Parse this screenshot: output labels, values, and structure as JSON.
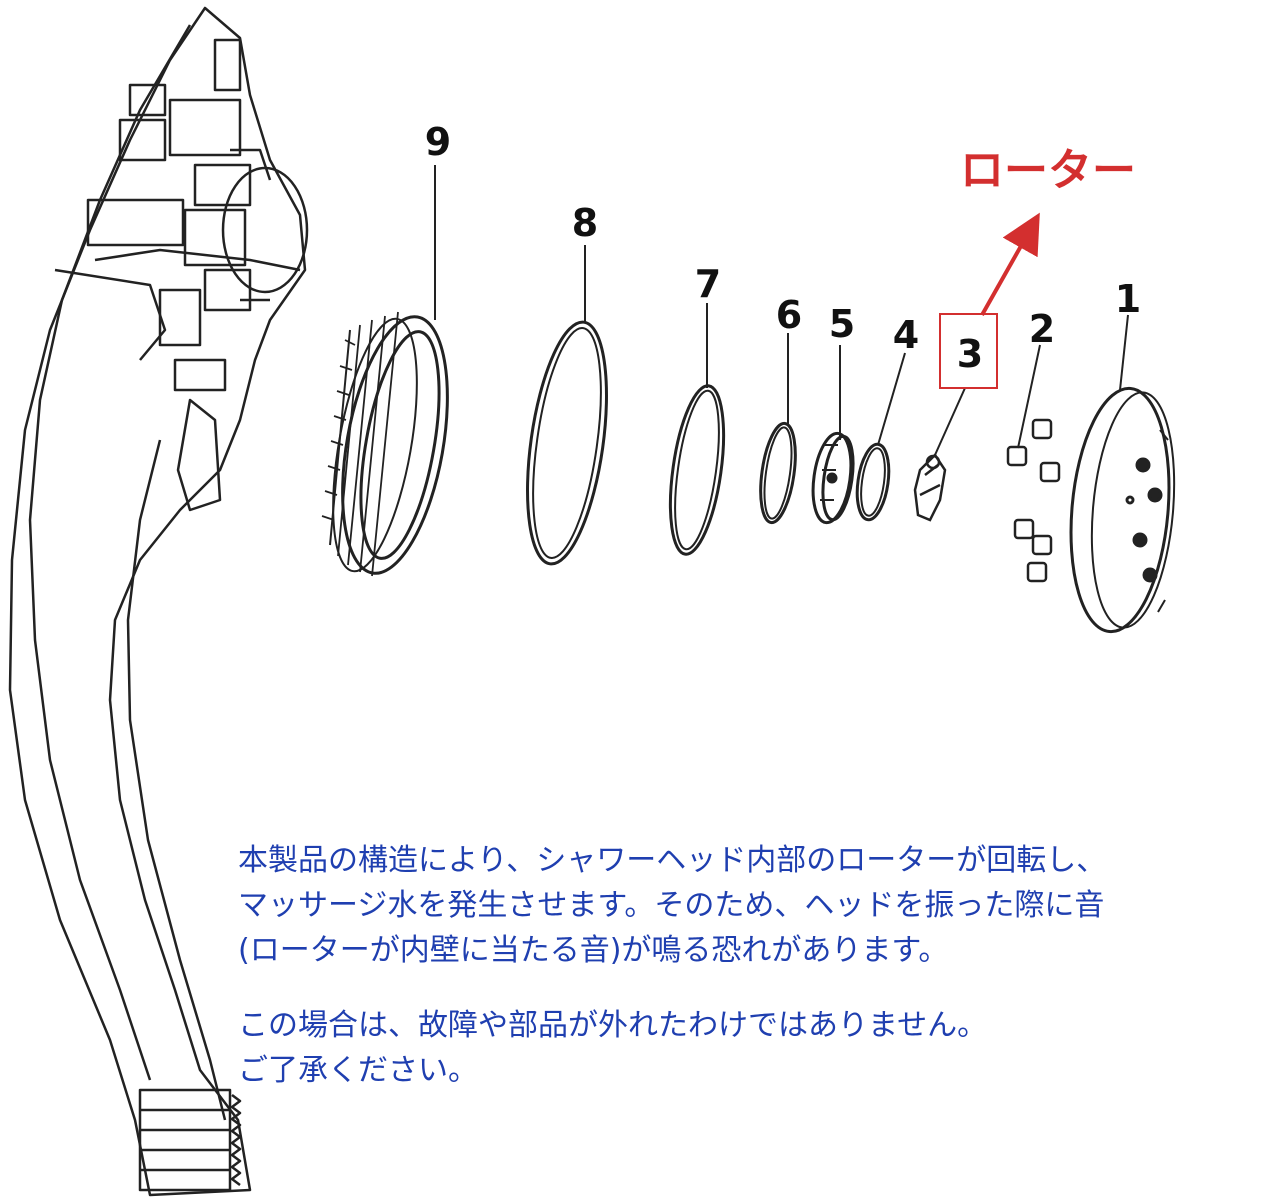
{
  "colors": {
    "accent": "#d32f2f",
    "note_text": "#1f3fb0",
    "line": "#222222"
  },
  "parts": {
    "p1": "1",
    "p2": "2",
    "p3": "3",
    "p4": "4",
    "p5": "5",
    "p6": "6",
    "p7": "7",
    "p8": "8",
    "p9": "9"
  },
  "rotor_label": "ローター",
  "notes": {
    "paragraph1": [
      "本製品の構造により、シャワーヘッド内部のローターが回転し、",
      "マッサージ水を発生させます。そのため、ヘッドを振った際に音",
      "(ローターが内壁に当たる音)が鳴る恐れがあります。"
    ],
    "paragraph2": [
      "この場合は、故障や部品が外れたわけではありません。",
      "ご了承ください。"
    ]
  }
}
